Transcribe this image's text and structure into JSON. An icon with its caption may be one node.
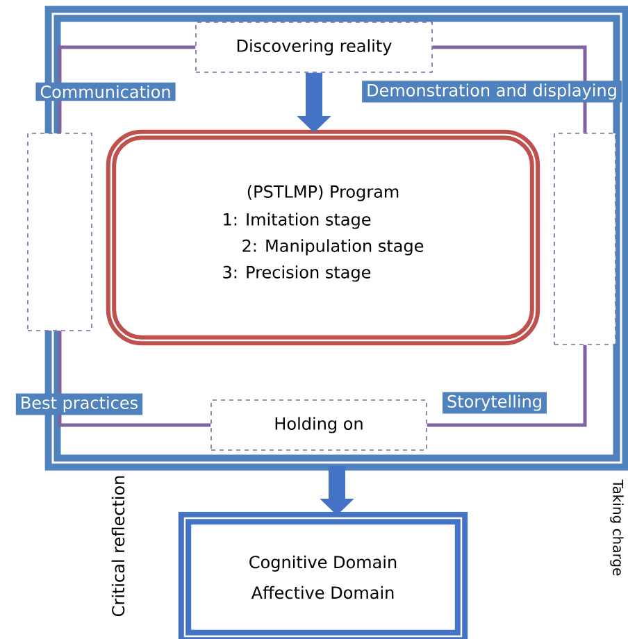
{
  "diagram": {
    "nodes": [
      {
        "text": [],
        "shape": "box"
      },
      {
        "text": [
          "Discovering reality"
        ],
        "in": 0
      },
      {
        "text": [],
        "shape": "box",
        "in": 0
      },
      {
        "text": [],
        "shape": "box",
        "in": 0
      },
      {
        "text": [
          "Holding on"
        ],
        "in": 0
      },
      {
        "text": [
          "(PSTLMP) Program",
          "1: Imitation stage",
          "2: Manipulation stage",
          "3: Precision stage"
        ],
        "in": 0
      },
      {
        "text": [
          "Cognitive Domain",
          "Affective Domain"
        ]
      }
    ],
    "edges": [
      {
        "from": 1,
        "to": 5,
        "arrow": "to",
        "style": "thick",
        "color": "#4472c4"
      },
      {
        "from": 0,
        "to": 6,
        "arrow": "to",
        "style": "thick",
        "color": "#4472c4"
      },
      {
        "from": 1,
        "to": 2,
        "arrow": "none"
      },
      {
        "from": 1,
        "to": 3,
        "arrow": "none"
      },
      {
        "from": 2,
        "to": 4,
        "arrow": "none"
      },
      {
        "from": 3,
        "to": 4,
        "arrow": "none"
      }
    ],
    "labels": [
      "Communication",
      "Demonstration and displaying",
      "Best practices",
      "Storytelling",
      "Critical reflection",
      "Taking charge"
    ]
  }
}
